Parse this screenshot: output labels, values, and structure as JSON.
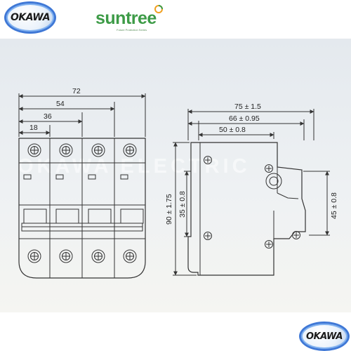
{
  "brand": {
    "okawa_logo_text": "OKAWA",
    "suntree_name": "suntree",
    "suntree_tagline": "Future Protection Series"
  },
  "watermark": "OKAWA ELECTRIC",
  "front_view": {
    "dims": {
      "overall": "72",
      "three_pole": "54",
      "two_pole": "36",
      "one_pole": "18"
    },
    "poles": 4
  },
  "side_view": {
    "dims": {
      "depth_total": "75 ± 1.5",
      "depth_mid": "66 ± 0.95",
      "depth_front": "50 ± 0.8",
      "height_total": "90 ± 1.75",
      "height_front": "35 ± 0.8",
      "height_right": "45 ± 0.8"
    }
  }
}
